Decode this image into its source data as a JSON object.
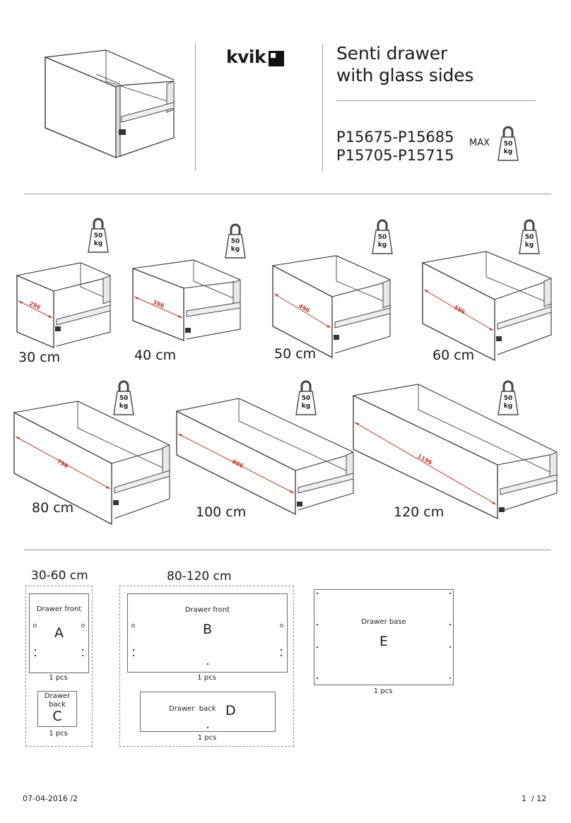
{
  "header": {
    "brand": "kvik",
    "title_line1": "Senti drawer",
    "title_line2": "with glass sides",
    "code_line1": "P15675-P15685",
    "code_line2": "P15705-P15715",
    "max_label": "MAX",
    "weight_value": "50",
    "weight_unit": "kg"
  },
  "drawers": [
    {
      "size": "30 cm",
      "dimension": "296",
      "weight_value": "50",
      "weight_unit": "kg"
    },
    {
      "size": "40 cm",
      "dimension": "396",
      "weight_value": "50",
      "weight_unit": "kg"
    },
    {
      "size": "50 cm",
      "dimension": "496",
      "weight_value": "50",
      "weight_unit": "kg"
    },
    {
      "size": "60 cm",
      "dimension": "596",
      "weight_value": "50",
      "weight_unit": "kg"
    },
    {
      "size": "80 cm",
      "dimension": "796",
      "weight_value": "50",
      "weight_unit": "kg"
    },
    {
      "size": "100 cm",
      "dimension": "996",
      "weight_value": "50",
      "weight_unit": "kg"
    },
    {
      "size": "120 cm",
      "dimension": "1196",
      "weight_value": "50",
      "weight_unit": "kg"
    }
  ],
  "parts": {
    "group_small": "30-60 cm",
    "group_large": "80-120 cm",
    "a": {
      "label": "Drawer front",
      "letter": "A",
      "qty": "1 pcs"
    },
    "c": {
      "label_line1": "Drawer",
      "label_line2": "back",
      "letter": "C",
      "qty": "1 pcs"
    },
    "b": {
      "label": "Drawer front",
      "letter": "B",
      "qty": "1 pcs"
    },
    "d": {
      "label": "Drawer  back",
      "letter": "D",
      "qty": "1 pcs"
    },
    "e": {
      "label": "Drawer base",
      "letter": "E",
      "qty": "1 pcs"
    }
  },
  "footer": {
    "date": "07-04-2016 /2",
    "page": "1  / 12"
  },
  "colors": {
    "dimension_line": "#c0392b",
    "panel_stroke": "#555555"
  }
}
